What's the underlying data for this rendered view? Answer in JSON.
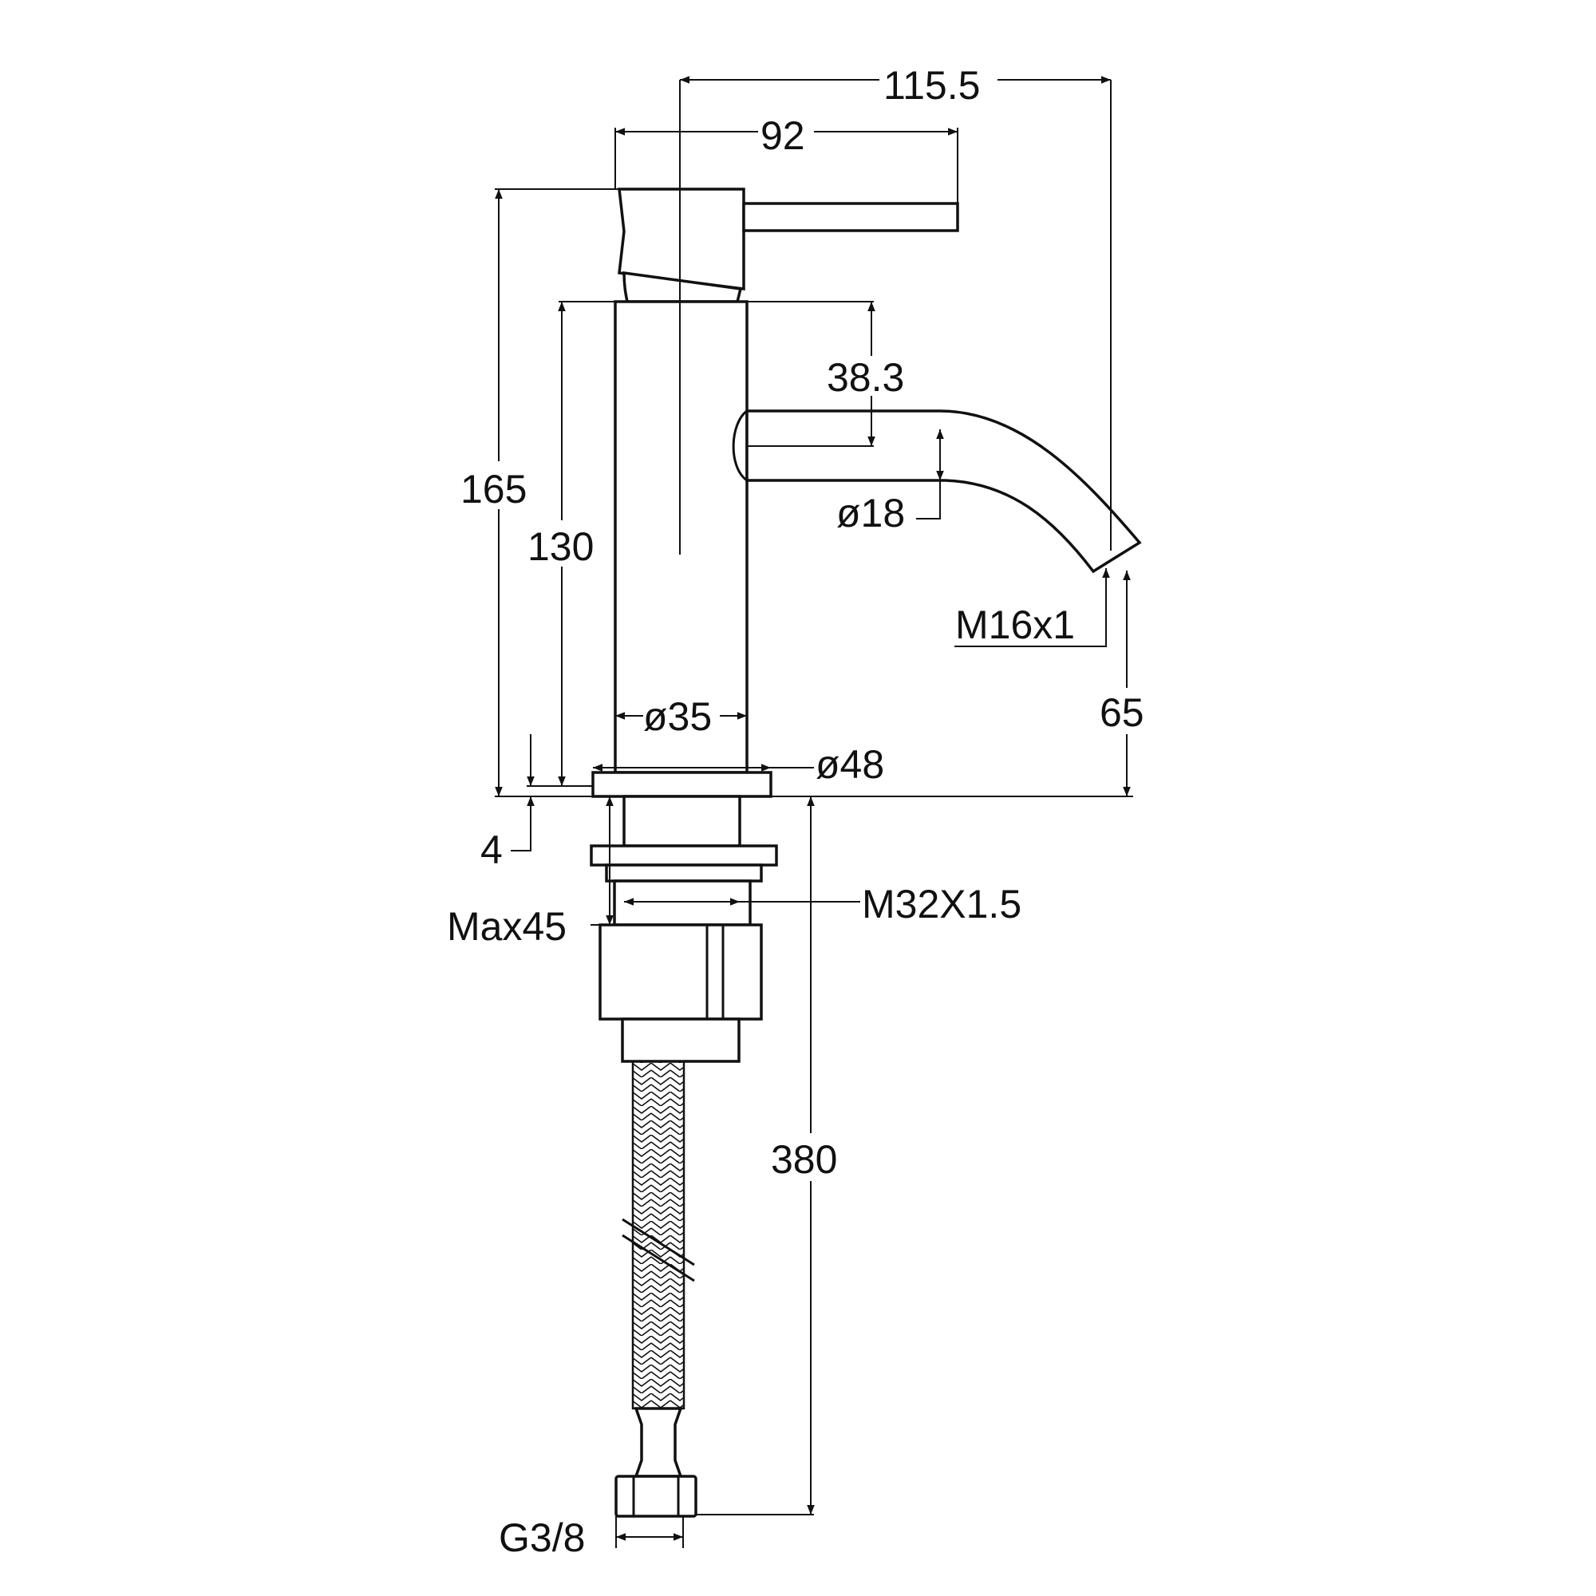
{
  "colors": {
    "line": "#111111",
    "background": "#ffffff"
  },
  "dimensions": {
    "overall_reach": "115.5",
    "handle_reach": "92",
    "spout_offset": "38.3",
    "total_height": "165",
    "body_height": "130",
    "outlet_diameter": "ø18",
    "aerator_thread": "M16x1",
    "spout_height": "65",
    "body_diameter": "ø35",
    "base_diameter": "ø48",
    "base_thickness": "4",
    "shank_thread": "M32X1.5",
    "max_deck_thickness": "Max45",
    "hose_length": "380",
    "hose_connector": "G3/8"
  }
}
